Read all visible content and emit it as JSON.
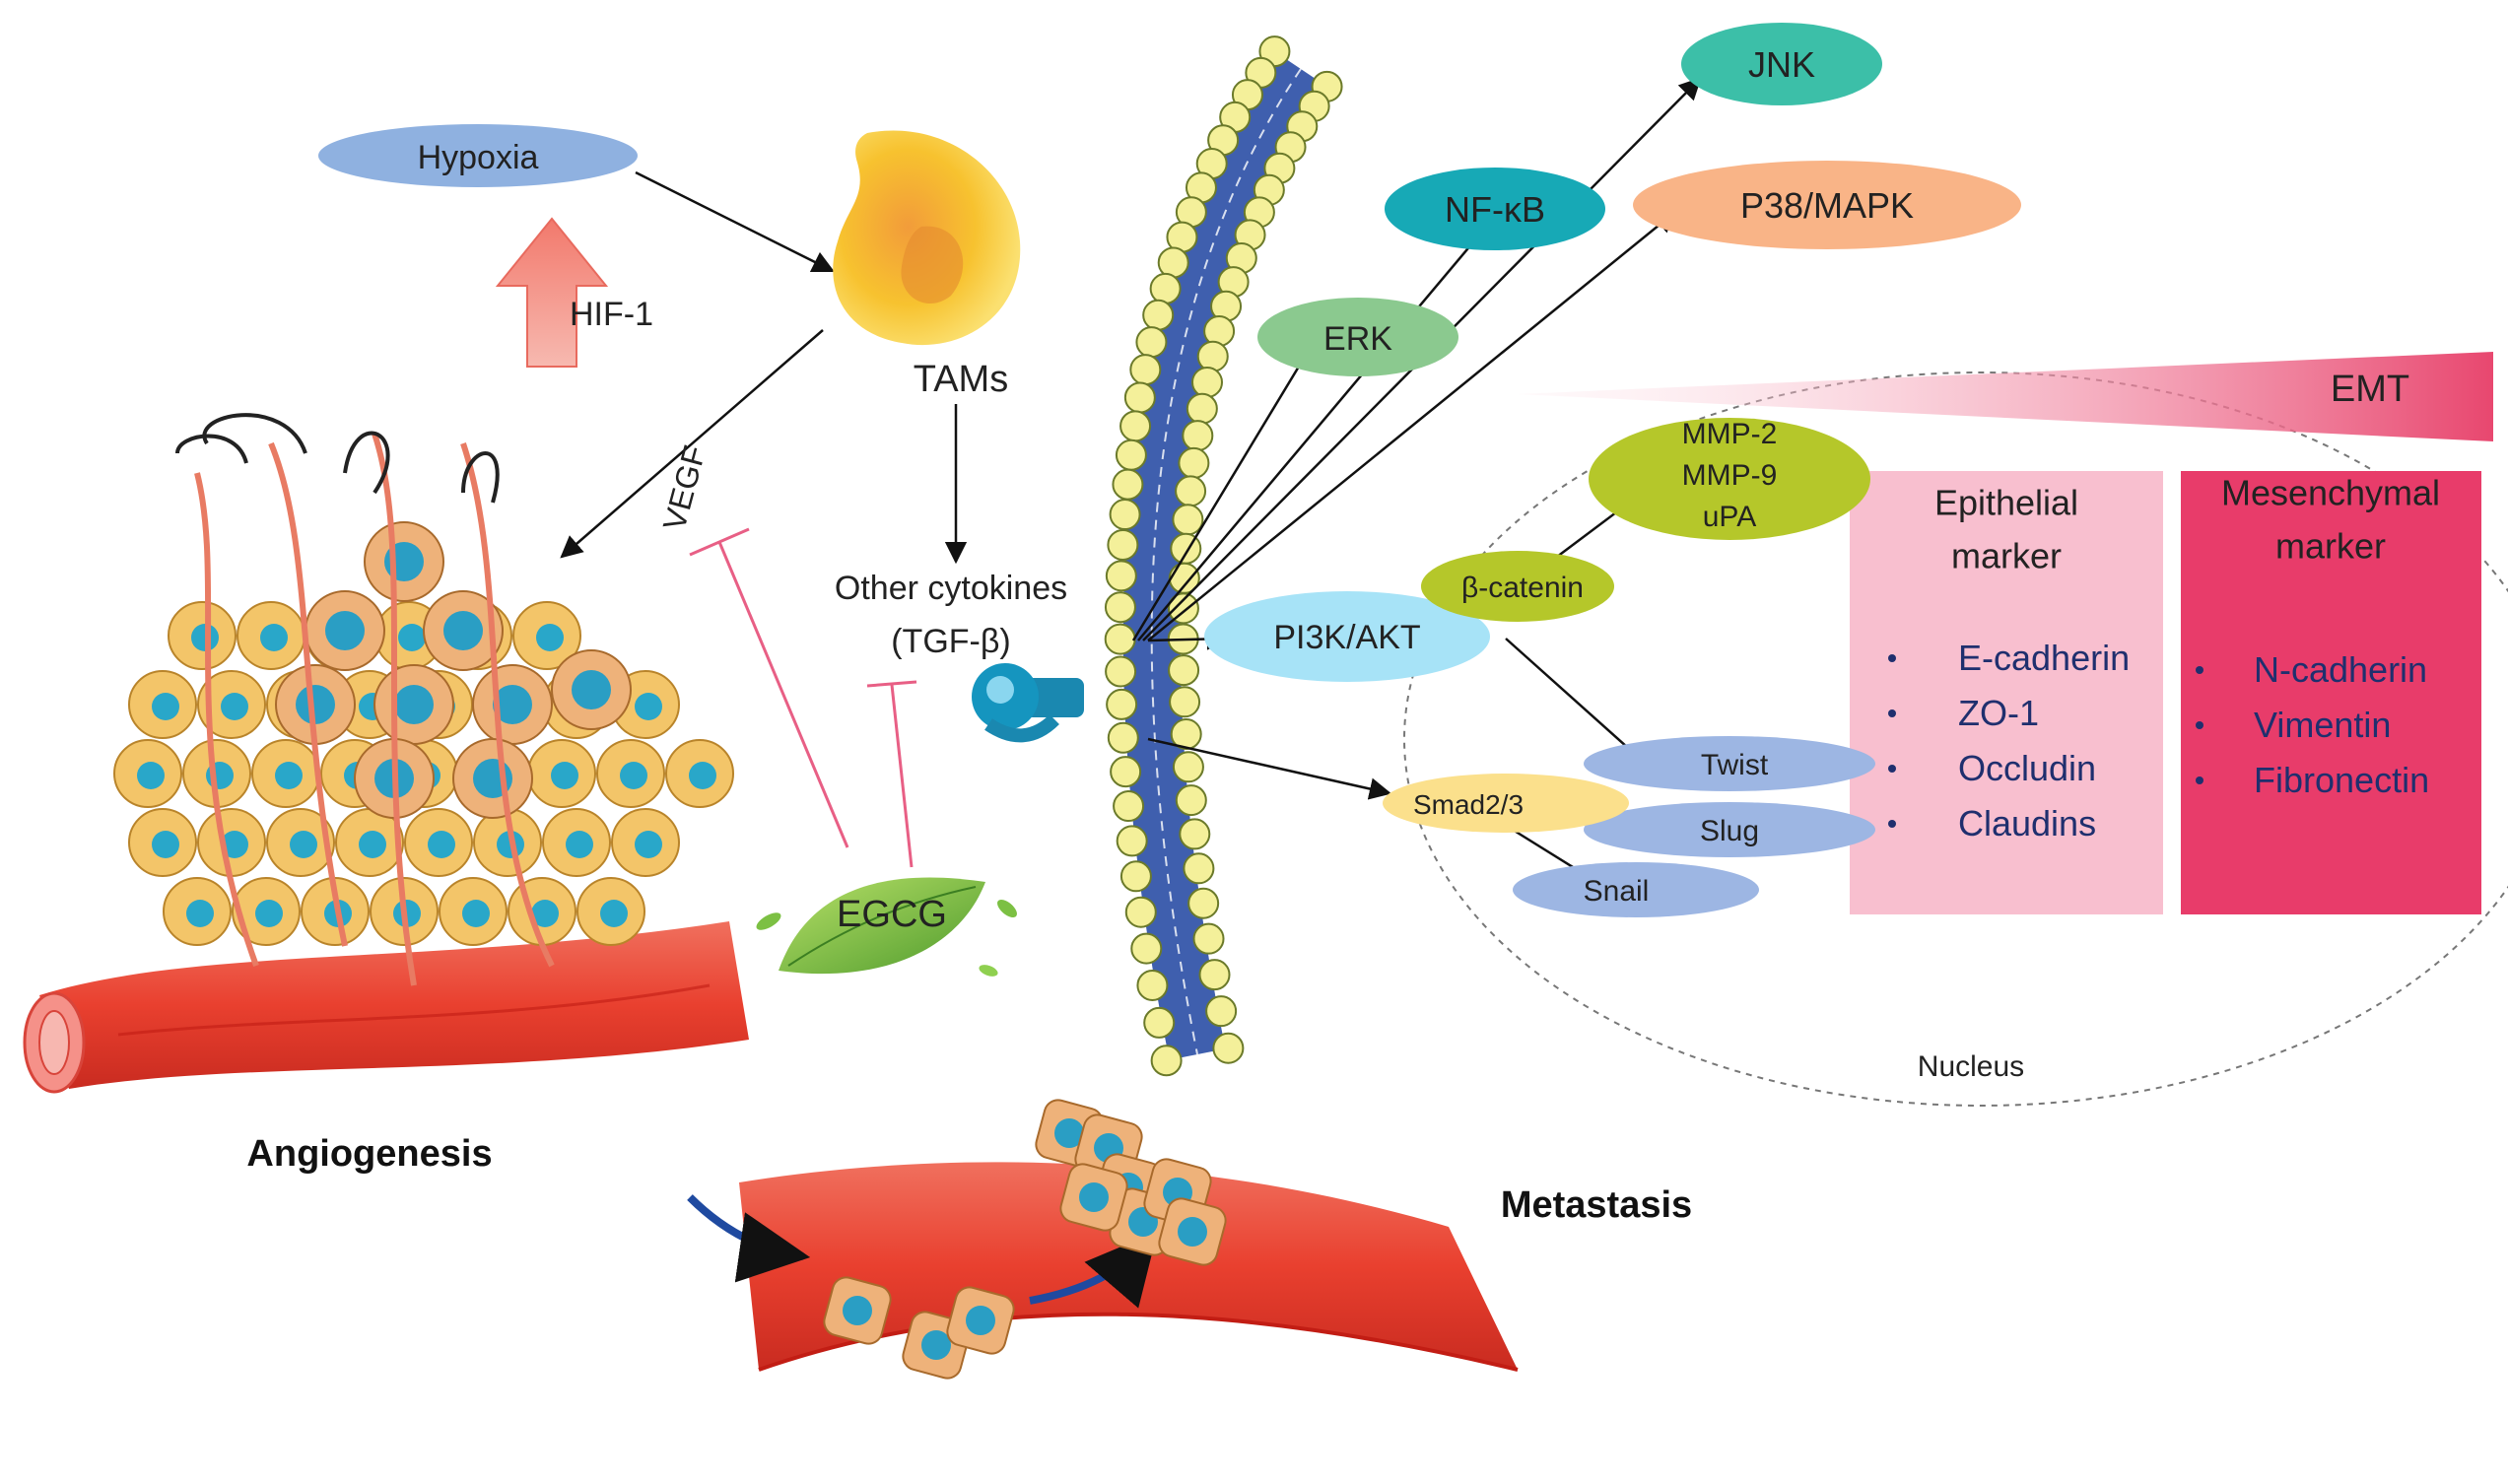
{
  "labels": {
    "hypoxia": "Hypoxia",
    "hif1": "HIF-1",
    "tams": "TAMs",
    "vegf": "VEGF",
    "other_cytokines": "Other cytokines",
    "tgf_beta": "(TGF-β)",
    "egcg": "EGCG",
    "angiogenesis": "Angiogenesis",
    "metastasis": "Metastasis",
    "nucleus": "Nucleus",
    "emt": "EMT"
  },
  "pathways": {
    "jnk": "JNK",
    "nfkb": "NF-κB",
    "p38": "P38/MAPK",
    "erk": "ERK",
    "pi3k": "PI3K/AKT",
    "bcatenin": "β-catenin",
    "mmp2": "MMP-2",
    "mmp9": "MMP-9",
    "upa": "uPA",
    "twist": "Twist",
    "slug": "Slug",
    "snail": "Snail",
    "smad": "Smad2/3"
  },
  "epithelial": {
    "title_line1": "Epithelial",
    "title_line2": "marker",
    "items": [
      "E-cadherin",
      "ZO-1",
      "Occludin",
      "Claudins"
    ]
  },
  "mesenchymal": {
    "title_line1": "Mesenchymal",
    "title_line2": "marker",
    "items": [
      "N-cadherin",
      "Vimentin",
      "Fibronectin"
    ]
  },
  "colors": {
    "hypoxia": "#8fb1e0",
    "jnk": "#3cbfa8",
    "nfkb": "#17a9b6",
    "p38": "#f9b487",
    "erk": "#8bc98f",
    "pi3k": "#a7e3f7",
    "lime": "#b5c72a",
    "twist_slug_snail": "#9db6e3",
    "smad": "#fbe08c",
    "epithelial_box": "#f8bfcf",
    "mesenchymal_box": "#e83c6a",
    "emt_wedge": "#e8476f",
    "membrane_head": "#f4f09a",
    "membrane_tail": "#4f6fbd",
    "vessel": "#e94b3c",
    "cell": "#f3c569",
    "nucleus_cell": "#29a7c9"
  }
}
